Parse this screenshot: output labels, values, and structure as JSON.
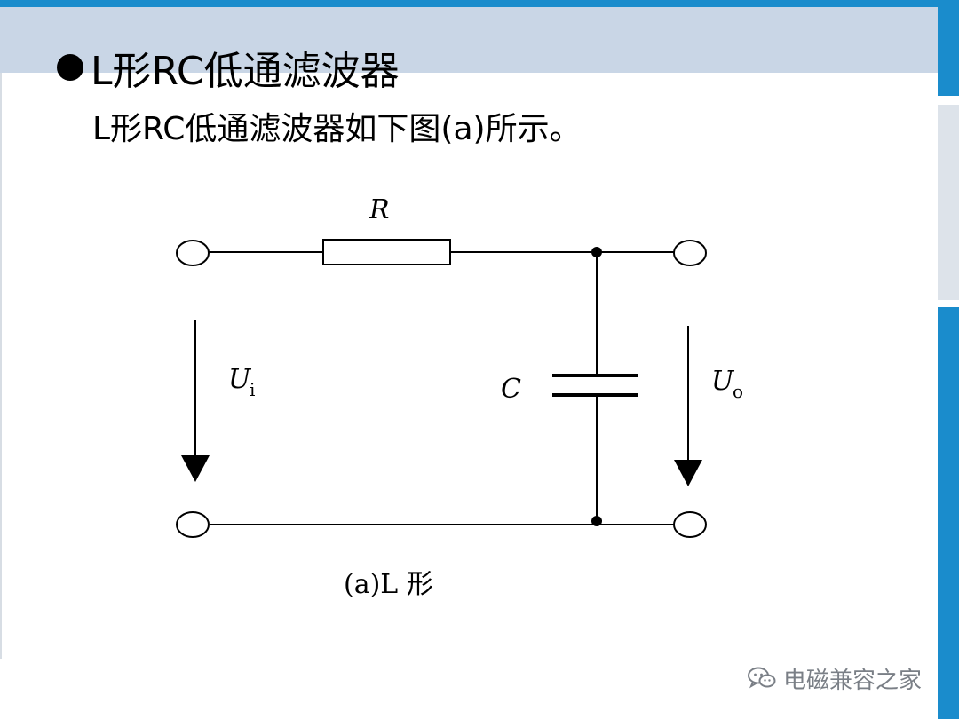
{
  "slide": {
    "title": "L形RC低通滤波器",
    "subtitle": "L形RC低通滤波器如下图(a)所示。"
  },
  "diagram": {
    "resistor_label": "R",
    "capacitor_label": "C",
    "input_voltage_label": "U",
    "input_voltage_subscript": "i",
    "output_voltage_label": "U",
    "output_voltage_subscript": "o",
    "caption": "(a)L 形"
  },
  "watermark": {
    "text": "电磁兼容之家",
    "icon": "wechat-icon"
  },
  "colors": {
    "accent_blue": "#1a8ccc",
    "header_band": "#c9d6e6",
    "watermark_gray": "#7a7f86"
  }
}
